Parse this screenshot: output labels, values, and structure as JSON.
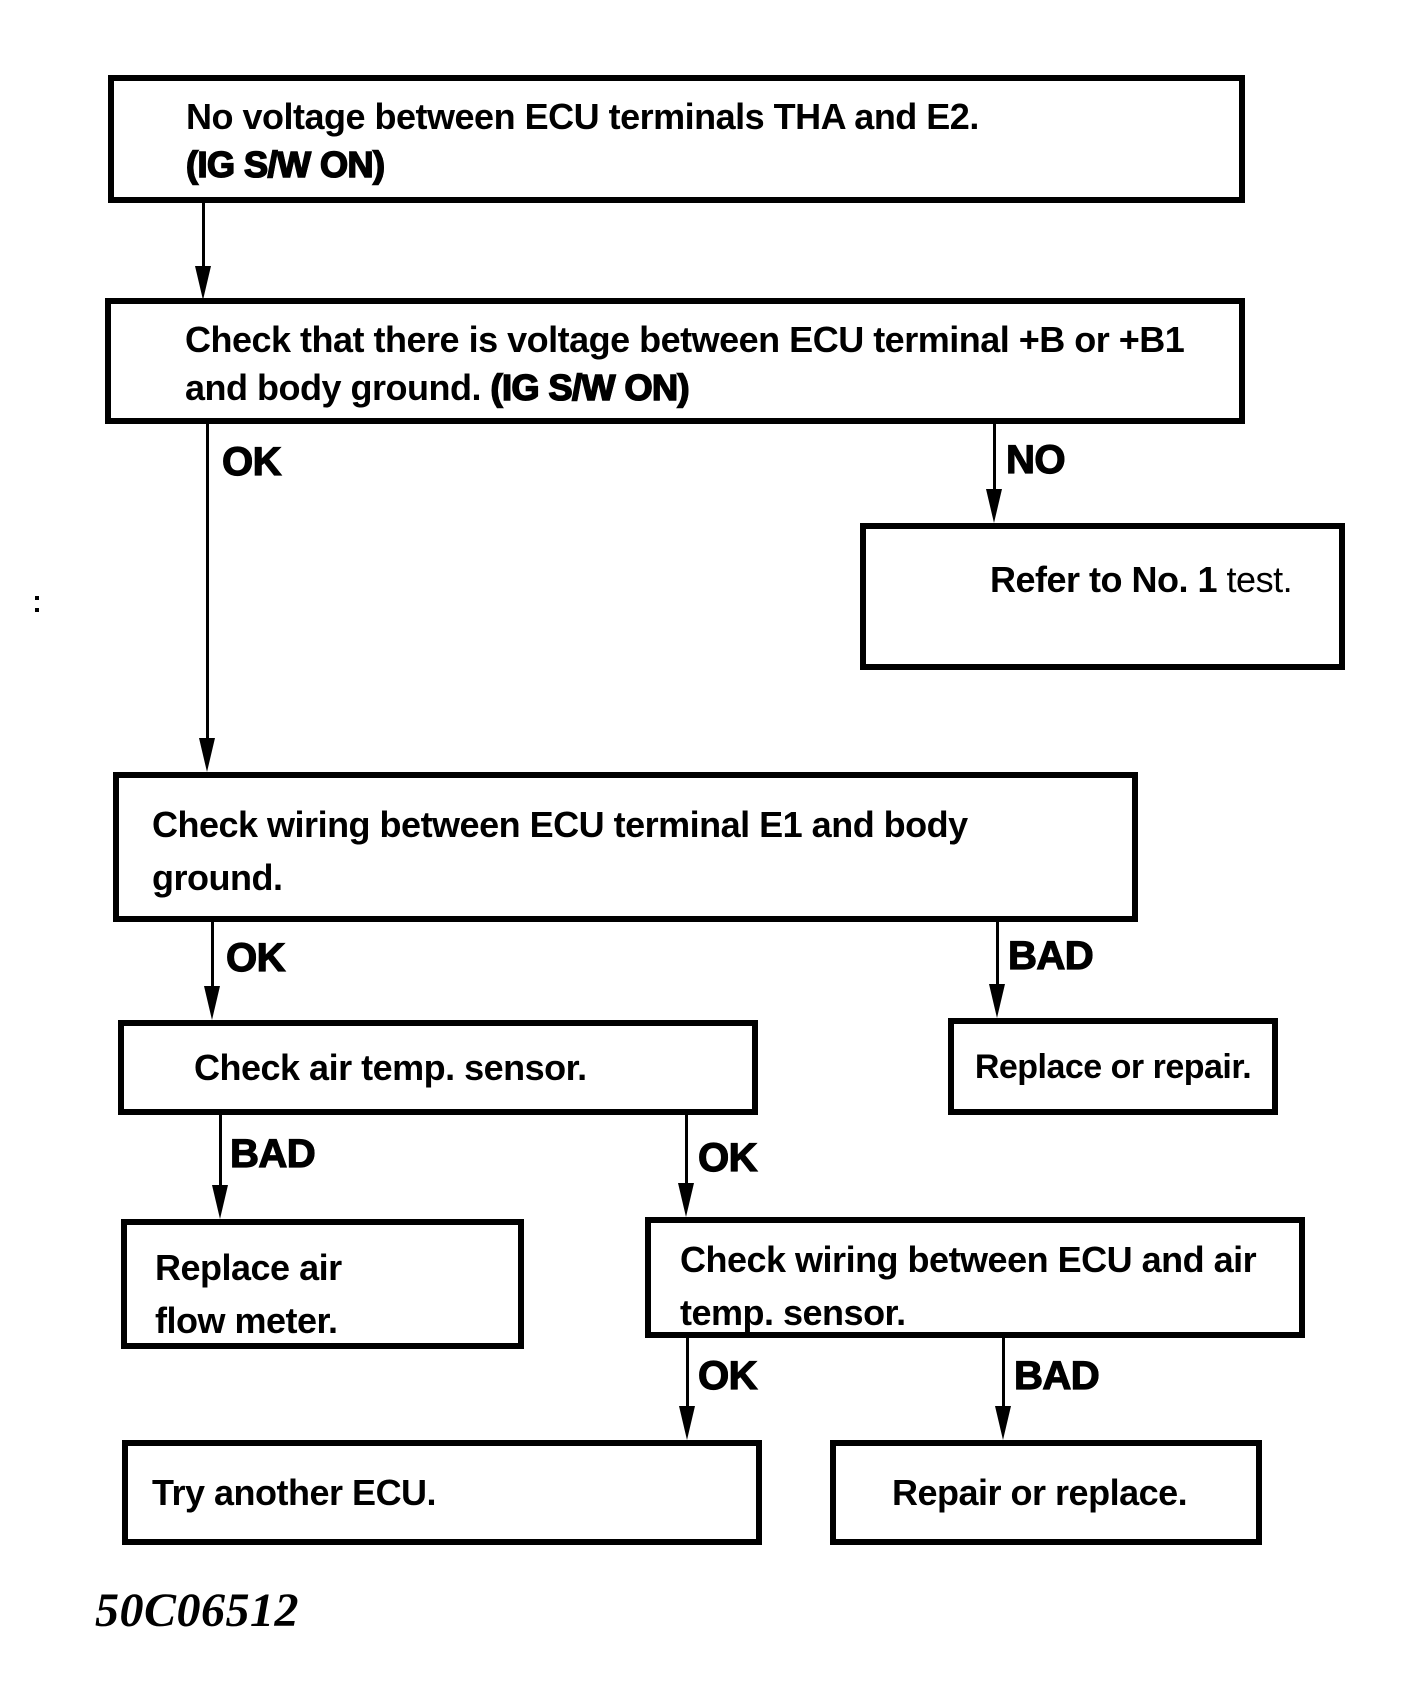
{
  "figure_id": "50C06512",
  "colors": {
    "ink": "#000000",
    "paper": "#ffffff"
  },
  "nodes": {
    "start": {
      "line1": "No voltage between ECU terminals THA and E2.",
      "line2_bold": "(IG S/W ON)"
    },
    "check_voltage": {
      "line1": "Check that there is voltage between ECU terminal +B or +B1",
      "line2": "and body ground. ",
      "line2_bold": "(IG S/W ON)"
    },
    "refer_test": {
      "bold": "Refer to No. 1",
      "normal": " test."
    },
    "check_wiring_e1": {
      "line1": "Check wiring between ECU terminal E1 and body",
      "line2": "ground."
    },
    "check_air_temp_sensor": {
      "label": "Check air temp. sensor."
    },
    "replace_or_repair": {
      "label": "Replace or repair."
    },
    "replace_air_flow_meter": {
      "line1": "Replace air",
      "line2": "flow meter."
    },
    "check_wiring_ecu_sensor": {
      "line1": "Check wiring between ECU and air",
      "line2": "temp. sensor."
    },
    "try_another_ecu": {
      "label": "Try another ECU."
    },
    "repair_or_replace": {
      "label": "Repair or replace."
    }
  },
  "edge_labels": {
    "voltage_ok": "OK",
    "voltage_no": "NO",
    "wiring_e1_ok": "OK",
    "wiring_e1_bad": "BAD",
    "sensor_bad": "BAD",
    "sensor_ok": "OK",
    "wiring_sensor_ok": "OK",
    "wiring_sensor_bad": "BAD"
  }
}
